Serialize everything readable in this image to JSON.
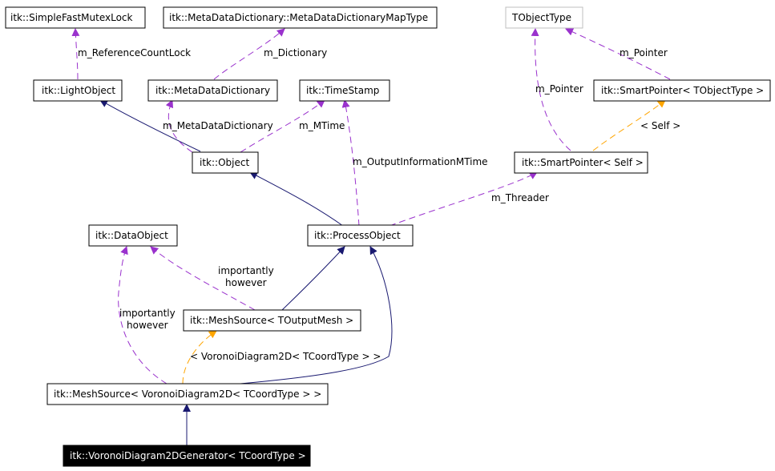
{
  "colors": {
    "inheritance": "#191970",
    "usage": "#9a32cd",
    "template": "#ffa500",
    "focus_fill": "#000000",
    "external_stroke": "#bfbfbf"
  },
  "nodes": {
    "simple_fast_mutex_lock": "itk::SimpleFastMutexLock",
    "meta_data_dictionary_map_type": "itk::MetaDataDictionary::MetaDataDictionaryMapType",
    "tobject_type": "TObjectType",
    "light_object": "itk::LightObject",
    "meta_data_dictionary": "itk::MetaDataDictionary",
    "time_stamp": "itk::TimeStamp",
    "smart_pointer_tobject_type": "itk::SmartPointer< TObjectType >",
    "object": "itk::Object",
    "smart_pointer_self": "itk::SmartPointer< Self >",
    "data_object": "itk::DataObject",
    "process_object": "itk::ProcessObject",
    "mesh_source_toutput_mesh": "itk::MeshSource< TOutputMesh >",
    "mesh_source_voronoi": "itk::MeshSource< VoronoiDiagram2D< TCoordType > >",
    "voronoi_generator": "itk::VoronoiDiagram2DGenerator< TCoordType >"
  },
  "edge_labels": {
    "m_reference_count_lock": "m_ReferenceCountLock",
    "m_dictionary": "m_Dictionary",
    "m_pointer_top": "m_Pointer",
    "m_pointer_left": "m_Pointer",
    "m_meta_data_dictionary": "m_MetaDataDictionary",
    "m_mtime": "m_MTime",
    "self": "< Self >",
    "m_output_information_mtime": "m_OutputInformationMTime",
    "m_threader": "m_Threader",
    "importantly_however_mid": "importantly\nhowever",
    "importantly_however_left": "importantly\nhowever",
    "voronoi_template": "< VoronoiDiagram2D< TCoordType > >"
  }
}
